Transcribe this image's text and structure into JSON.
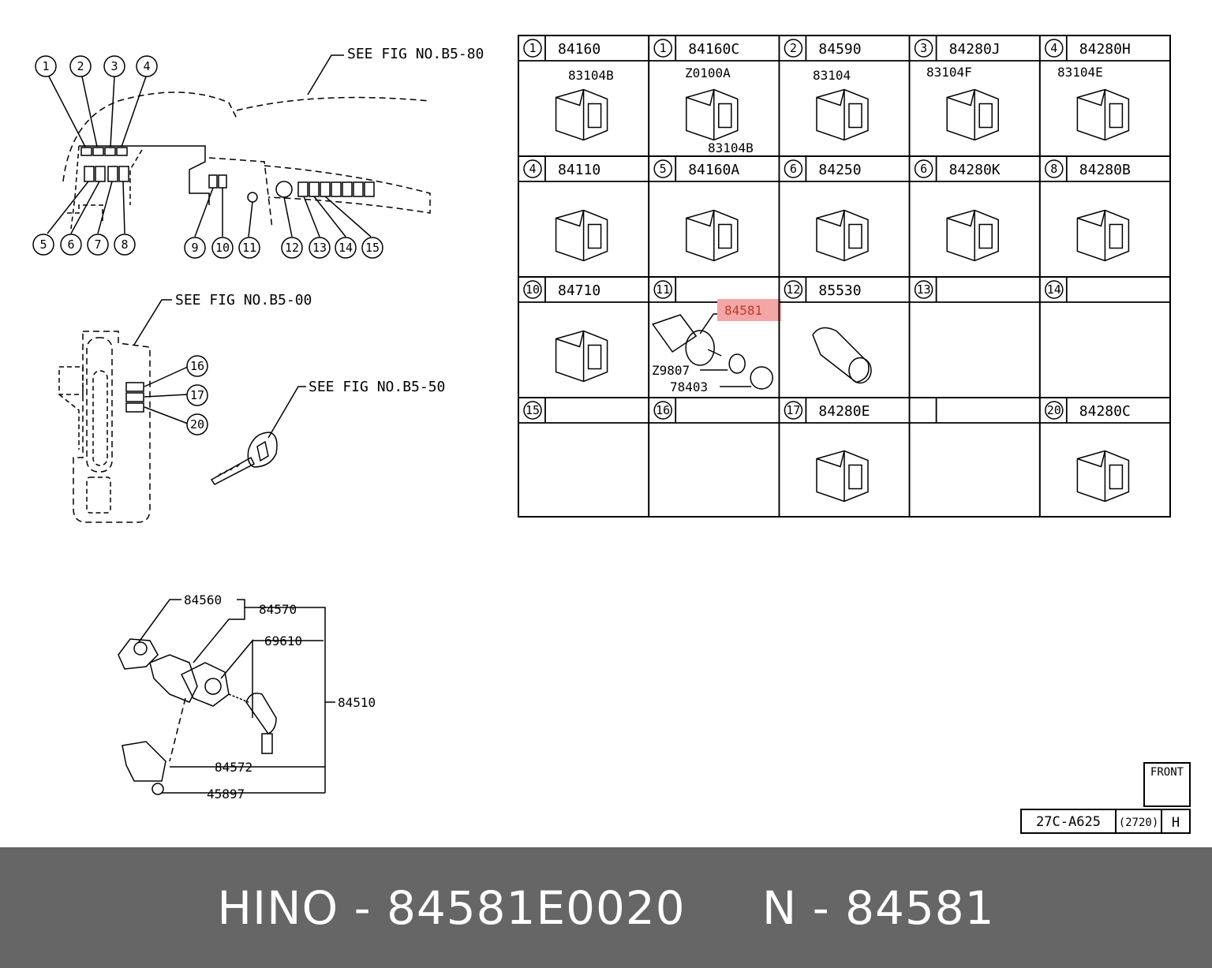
{
  "diagram": {
    "see_fig_labels": [
      "SEE FIG NO.B5-80",
      "SEE FIG NO.B5-00",
      "SEE FIG NO.B5-50"
    ],
    "circle_numbers_top": [
      "1",
      "2",
      "3",
      "4"
    ],
    "circle_numbers_bottom": [
      "5",
      "6",
      "7",
      "8",
      "9",
      "10",
      "11",
      "12",
      "13",
      "14",
      "15"
    ],
    "circle_numbers_console": [
      "16",
      "17",
      "20"
    ],
    "ignition_parts": [
      "84560",
      "84570",
      "69610",
      "84510",
      "84572",
      "45897"
    ]
  },
  "grid": {
    "rows": [
      [
        {
          "num": "1",
          "code": "84160",
          "callouts": [
            "83104B"
          ]
        },
        {
          "num": "1",
          "code": "84160C",
          "callouts": [
            "Z0100A",
            "83104B"
          ]
        },
        {
          "num": "2",
          "code": "84590",
          "callouts": [
            "83104"
          ]
        },
        {
          "num": "3",
          "code": "84280J",
          "callouts": [
            "83104F"
          ]
        },
        {
          "num": "4",
          "code": "84280H",
          "callouts": [
            "83104E"
          ]
        }
      ],
      [
        {
          "num": "4",
          "code": "84110",
          "callouts": []
        },
        {
          "num": "5",
          "code": "84160A",
          "callouts": []
        },
        {
          "num": "6",
          "code": "84250",
          "callouts": []
        },
        {
          "num": "6",
          "code": "84280K",
          "callouts": []
        },
        {
          "num": "8",
          "code": "84280B",
          "callouts": []
        }
      ],
      [
        {
          "num": "10",
          "code": "84710",
          "callouts": []
        },
        {
          "num": "11",
          "code": "",
          "callouts": [
            "84581",
            "Z9807",
            "78403"
          ]
        },
        {
          "num": "12",
          "code": "85530",
          "callouts": []
        },
        {
          "num": "13",
          "code": "",
          "callouts": []
        },
        {
          "num": "14",
          "code": "",
          "callouts": []
        }
      ],
      [
        {
          "num": "15",
          "code": "",
          "callouts": []
        },
        {
          "num": "16",
          "code": "",
          "callouts": []
        },
        {
          "num": "17",
          "code": "84280E",
          "callouts": []
        },
        {
          "num": "",
          "code": "",
          "callouts": []
        },
        {
          "num": "20",
          "code": "84280C",
          "callouts": []
        }
      ]
    ],
    "highlight": "84581"
  },
  "title_block": {
    "front": "FRONT",
    "code": "27C-A625",
    "year": "(2720)",
    "letter": "H"
  },
  "colors": {
    "highlight": "#f4a6a6",
    "footer_bg": "#666666"
  },
  "footer": {
    "text": "HINO - 84581E0020     N - 84581"
  }
}
